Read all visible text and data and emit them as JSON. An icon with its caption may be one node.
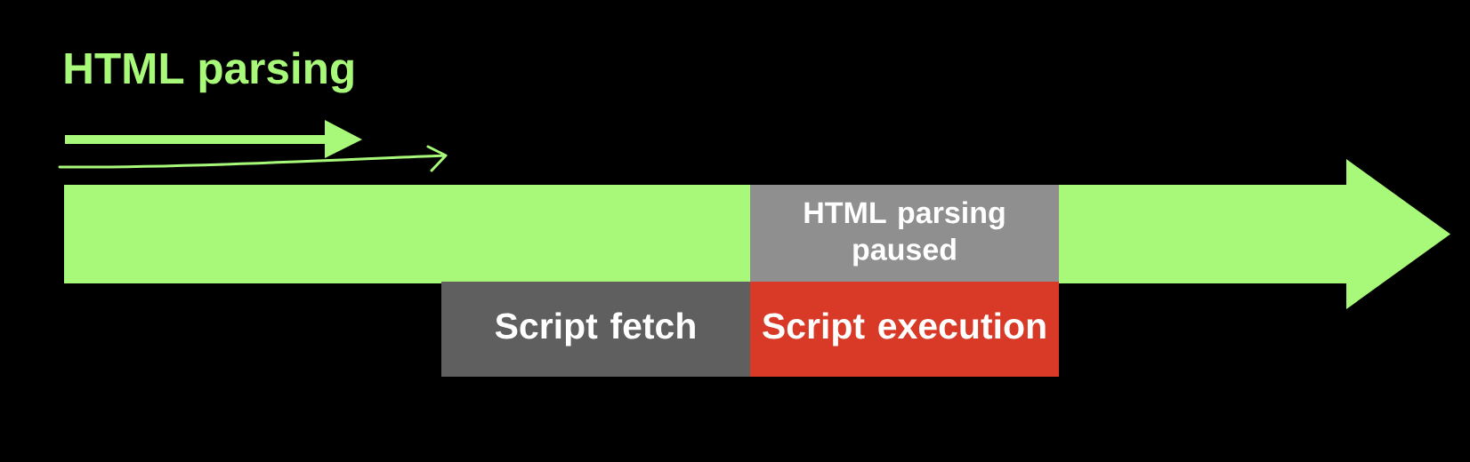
{
  "diagram": {
    "title": "HTML parsing",
    "nodes": [
      {
        "text": [],
        "shape": "arrow"
      },
      {
        "text": [
          "HTML parsing paused"
        ],
        "in": 0
      },
      {
        "text": [
          "Script fetch"
        ]
      },
      {
        "text": [
          "Script execution"
        ]
      }
    ]
  }
}
